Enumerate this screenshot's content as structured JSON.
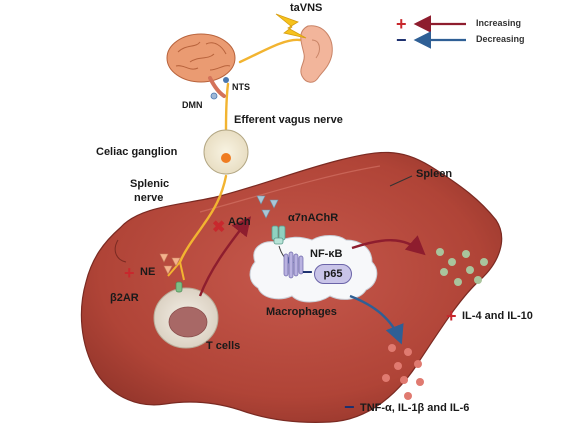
{
  "labels": {
    "tavns": "taVNS",
    "nts": "NTS",
    "dmn": "DMN",
    "efferent": "Efferent vagus nerve",
    "celiac": "Celiac ganglion",
    "splenic": "Splenic\nnerve",
    "splenic_line1": "Splenic",
    "splenic_line2": "nerve",
    "spleen": "Spleen",
    "ach": "ACh",
    "a7nachr": "α7nAChR",
    "nfkb": "NF-κB",
    "p65": "p65",
    "ne": "NE",
    "b2ar": "β2AR",
    "macrophages": "Macrophages",
    "tcells": "T cells",
    "il4": "IL-4 and IL-10",
    "tnf": "TNF-α, IL-1β and IL-6"
  },
  "legend": {
    "increasing_sign": "+",
    "increasing_label": "Increasing",
    "decreasing_sign": "−",
    "decreasing_label": "Decreasing"
  },
  "signs": {
    "plus": "+",
    "minus": "−",
    "cross": "✖"
  },
  "colors": {
    "increase": "#8e1d2e",
    "decrease": "#2f5f95",
    "spleen": "#b5473c",
    "nerve": "#f2b431",
    "ear": "#f0b39a",
    "brain": "#e8946a",
    "cytokine_up": "#a9c49c",
    "cytokine_down": "#e07a70"
  }
}
